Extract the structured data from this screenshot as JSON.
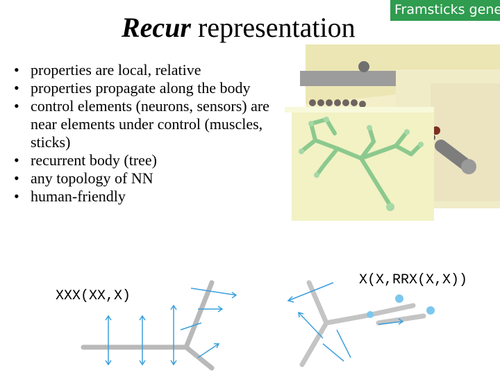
{
  "slide": {
    "title_emphasis": "Recur",
    "title_rest": " representation",
    "brand": "Framsticks genetic",
    "bullets": [
      "properties are local, relative",
      "properties propagate along the body",
      "control elements (neurons, sensors) are near elements under control (muscles, sticks)",
      "recurrent body (tree)",
      "any topology of NN",
      "human-friendly"
    ],
    "code_left": "XXX(XX,X)",
    "code_right": "X(X,RRX(X,X))"
  },
  "colors": {
    "brand_bg": "#2f9c4f",
    "creature_green": "#8cc98e",
    "stick_gray": "#b9b9b9",
    "arrow_blue": "#3aa0dc",
    "panel_back": "#f4efc8",
    "panel_front": "#f2f2c4"
  }
}
